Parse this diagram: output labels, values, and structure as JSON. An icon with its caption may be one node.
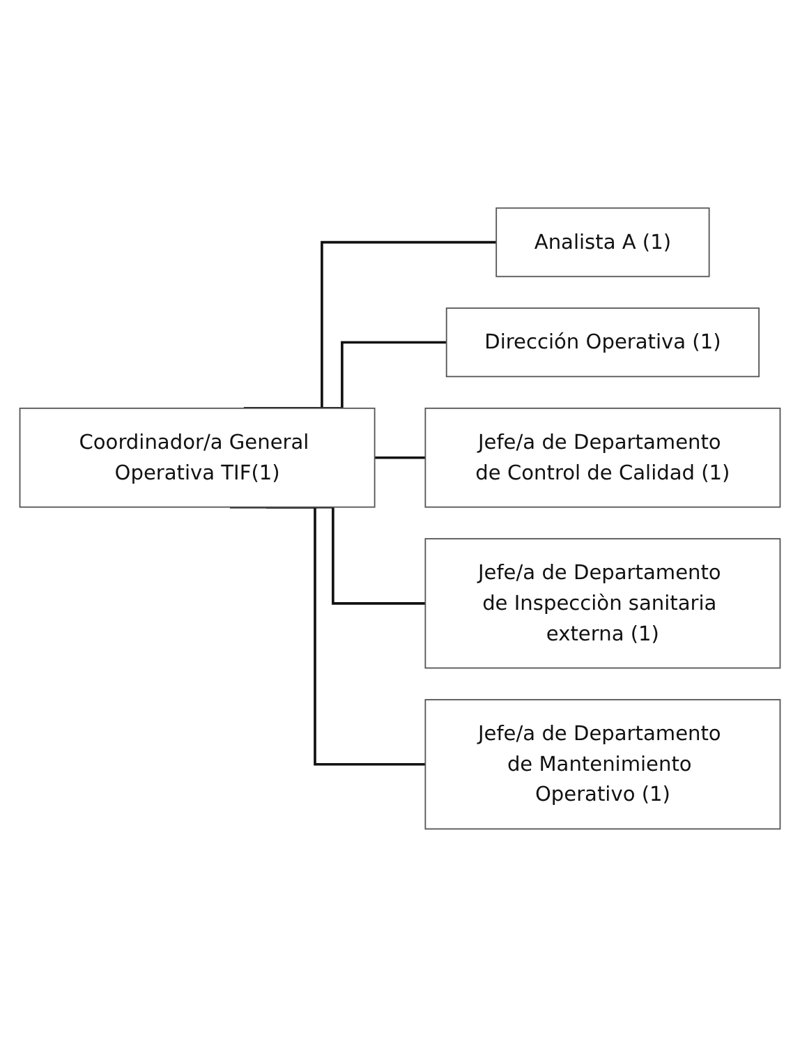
{
  "diagram": {
    "nodes": [
      {
        "text": [
          "Coordinador/a General Operativa TIF(1)"
        ]
      },
      {
        "text": [
          "Analista A (1)"
        ]
      },
      {
        "text": [
          "Dirección Operativa (1)"
        ]
      },
      {
        "text": [
          "Jefe/a de Departamento de Control de Calidad (1)"
        ]
      },
      {
        "text": [
          "Jefe/a de Departamento de Inspecciòn sanitaria externa (1)"
        ]
      },
      {
        "text": [
          "Jefe/a de Departamento de Mantenimiento Operativo (1)"
        ]
      }
    ],
    "edges": [
      {
        "from": 0,
        "to": 1,
        "arrow": "none"
      },
      {
        "from": 0,
        "to": 2,
        "arrow": "none"
      },
      {
        "from": 0,
        "to": 3,
        "arrow": "none"
      },
      {
        "from": 0,
        "to": 4,
        "arrow": "none"
      },
      {
        "from": 0,
        "to": 5,
        "arrow": "none"
      }
    ]
  }
}
